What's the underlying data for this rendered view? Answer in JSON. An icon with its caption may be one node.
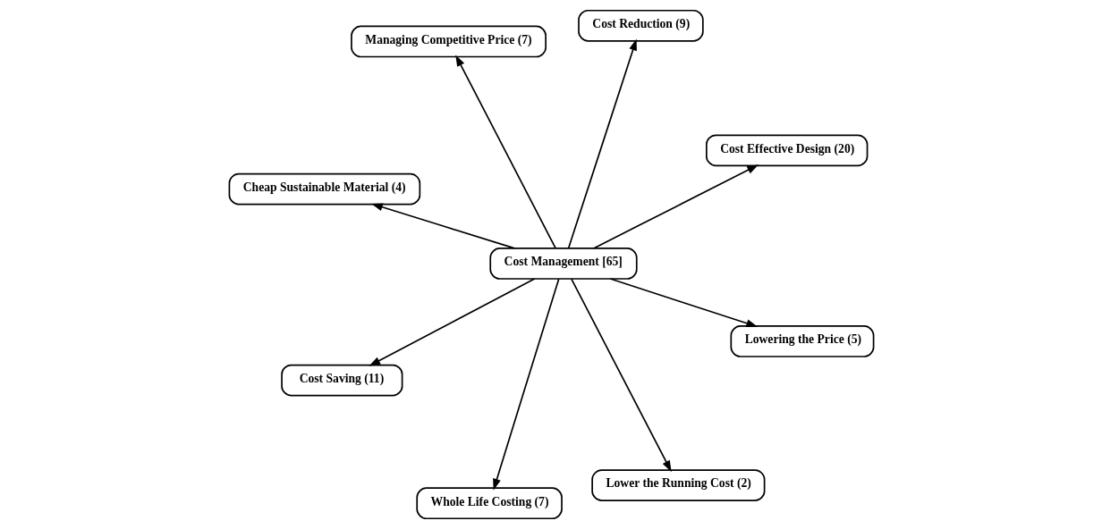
{
  "diagram": {
    "nodes": [
      {
        "text": [
          "Cheap Sustainable Material (4)"
        ]
      },
      {
        "text": [
          "Cost Effective Design (20)"
        ]
      },
      {
        "text": [
          "Whole Life Costing (7)"
        ]
      },
      {
        "text": [
          "Cost Management [65]"
        ]
      },
      {
        "text": [
          "Cost Reduction (9)"
        ]
      },
      {
        "text": [
          "Managing Competitive Price (7)"
        ]
      },
      {
        "text": [
          "Cost Saving (11)"
        ]
      },
      {
        "text": [
          "Lowering the Price (5)"
        ]
      },
      {
        "text": [
          "Lower the Running Cost (2)"
        ]
      }
    ],
    "edges": [
      {
        "from": 3,
        "to": 0,
        "arrow": "to"
      },
      {
        "from": 3,
        "to": 1,
        "arrow": "to"
      },
      {
        "from": 3,
        "to": 2,
        "arrow": "to"
      },
      {
        "from": 3,
        "to": 4,
        "arrow": "to"
      },
      {
        "from": 3,
        "to": 5,
        "arrow": "to"
      },
      {
        "from": 3,
        "to": 6,
        "arrow": "to"
      },
      {
        "from": 3,
        "to": 7,
        "arrow": "to"
      },
      {
        "from": 3,
        "to": 8,
        "arrow": "to"
      }
    ]
  }
}
